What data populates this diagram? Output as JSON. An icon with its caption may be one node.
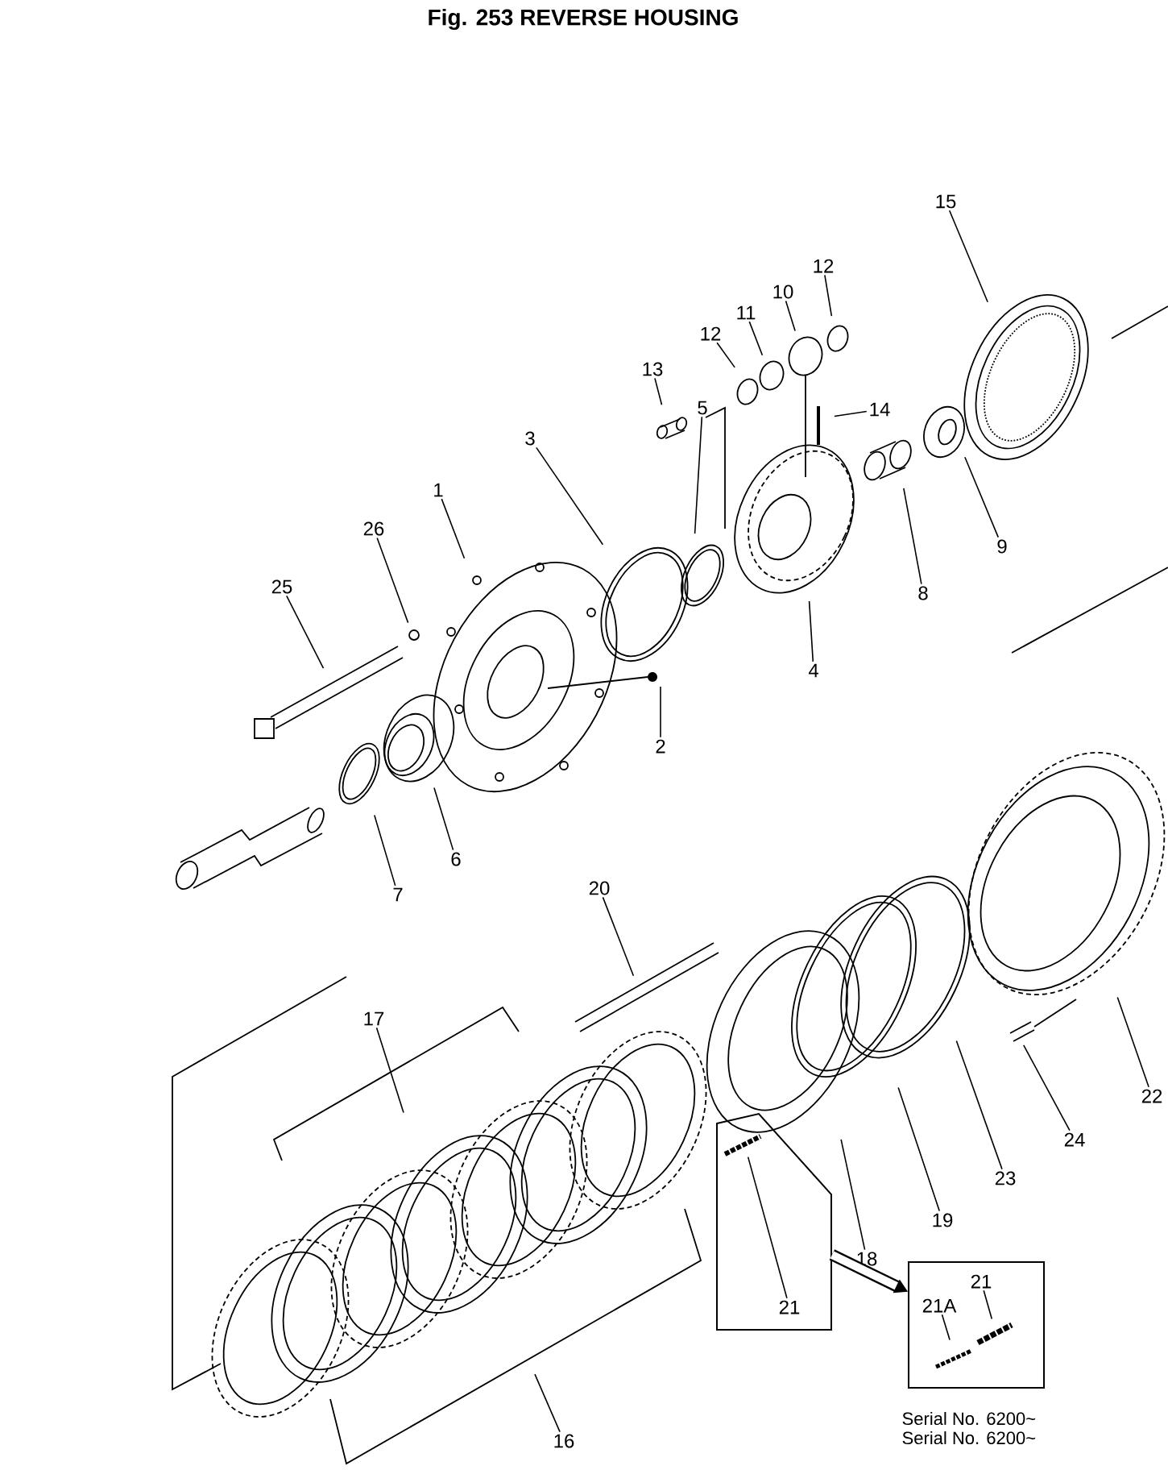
{
  "diagram": {
    "title": "Fig. 253   REVERSE HOUSING",
    "nodes": [
      {
        "text": [
          "15"
        ]
      },
      {
        "text": [
          "12"
        ]
      },
      {
        "text": [
          "10"
        ]
      },
      {
        "text": [
          "12"
        ]
      },
      {
        "text": [
          "11"
        ]
      },
      {
        "text": [
          "13"
        ]
      },
      {
        "text": [
          "14"
        ]
      },
      {
        "text": [
          "5"
        ]
      },
      {
        "text": [
          "3"
        ]
      },
      {
        "text": [
          "1"
        ]
      },
      {
        "text": [
          "26"
        ]
      },
      {
        "text": [
          "25"
        ]
      },
      {
        "text": [
          "2"
        ]
      },
      {
        "text": [
          "4"
        ]
      },
      {
        "text": [
          "8"
        ]
      },
      {
        "text": [
          "9"
        ]
      },
      {
        "text": [
          "6"
        ]
      },
      {
        "text": [
          "7"
        ]
      },
      {
        "text": [
          "20"
        ]
      },
      {
        "text": [
          "17"
        ]
      },
      {
        "text": [],
        "shape": "box"
      },
      {
        "text": [
          "21"
        ],
        "in": 20
      },
      {
        "text": [],
        "shape": "box"
      },
      {
        "text": [
          "21A"
        ],
        "in": 22
      },
      {
        "text": [
          "21"
        ],
        "in": 22
      },
      {
        "text": [
          "18"
        ]
      },
      {
        "text": [
          "19"
        ]
      },
      {
        "text": [
          "23"
        ]
      },
      {
        "text": [
          "24"
        ]
      },
      {
        "text": [
          "22"
        ]
      },
      {
        "text": [
          "16"
        ]
      }
    ],
    "edges": [
      {
        "from": 0,
        "to": null,
        "arrow": "none"
      },
      {
        "from": 1,
        "to": null,
        "arrow": "none"
      },
      {
        "from": 2,
        "to": null,
        "arrow": "none"
      },
      {
        "from": 3,
        "to": null,
        "arrow": "none"
      },
      {
        "from": 4,
        "to": null,
        "arrow": "none"
      },
      {
        "from": 5,
        "to": null,
        "arrow": "none"
      },
      {
        "from": 6,
        "to": null,
        "arrow": "none"
      },
      {
        "from": 7,
        "to": null,
        "arrow": "none"
      },
      {
        "from": 8,
        "to": null,
        "arrow": "none"
      },
      {
        "from": 9,
        "to": null,
        "arrow": "none"
      },
      {
        "from": 10,
        "to": null,
        "arrow": "none"
      },
      {
        "from": 11,
        "to": null,
        "arrow": "none"
      },
      {
        "from": 12,
        "to": null,
        "arrow": "none"
      },
      {
        "from": 13,
        "to": null,
        "arrow": "none"
      },
      {
        "from": 14,
        "to": null,
        "arrow": "none"
      },
      {
        "from": 15,
        "to": null,
        "arrow": "none"
      },
      {
        "from": 16,
        "to": null,
        "arrow": "none"
      },
      {
        "from": 17,
        "to": null,
        "arrow": "none"
      },
      {
        "from": 18,
        "to": null,
        "arrow": "none"
      },
      {
        "from": 19,
        "to": null,
        "arrow": "none"
      },
      {
        "from": 21,
        "to": null,
        "arrow": "none"
      },
      {
        "from": 23,
        "to": null,
        "arrow": "none"
      },
      {
        "from": 24,
        "to": null,
        "arrow": "none"
      },
      {
        "from": 25,
        "to": null,
        "arrow": "none"
      },
      {
        "from": 26,
        "to": null,
        "arrow": "none"
      },
      {
        "from": 27,
        "to": null,
        "arrow": "none"
      },
      {
        "from": 28,
        "to": null,
        "arrow": "none"
      },
      {
        "from": 29,
        "to": null,
        "arrow": "none"
      },
      {
        "from": 30,
        "to": null,
        "arrow": "none"
      },
      {
        "from": 20,
        "to": 22,
        "arrow": "to",
        "style": "thick"
      }
    ],
    "labels": [
      "Serial No. 6200~",
      "Serial No. 6200~"
    ]
  }
}
